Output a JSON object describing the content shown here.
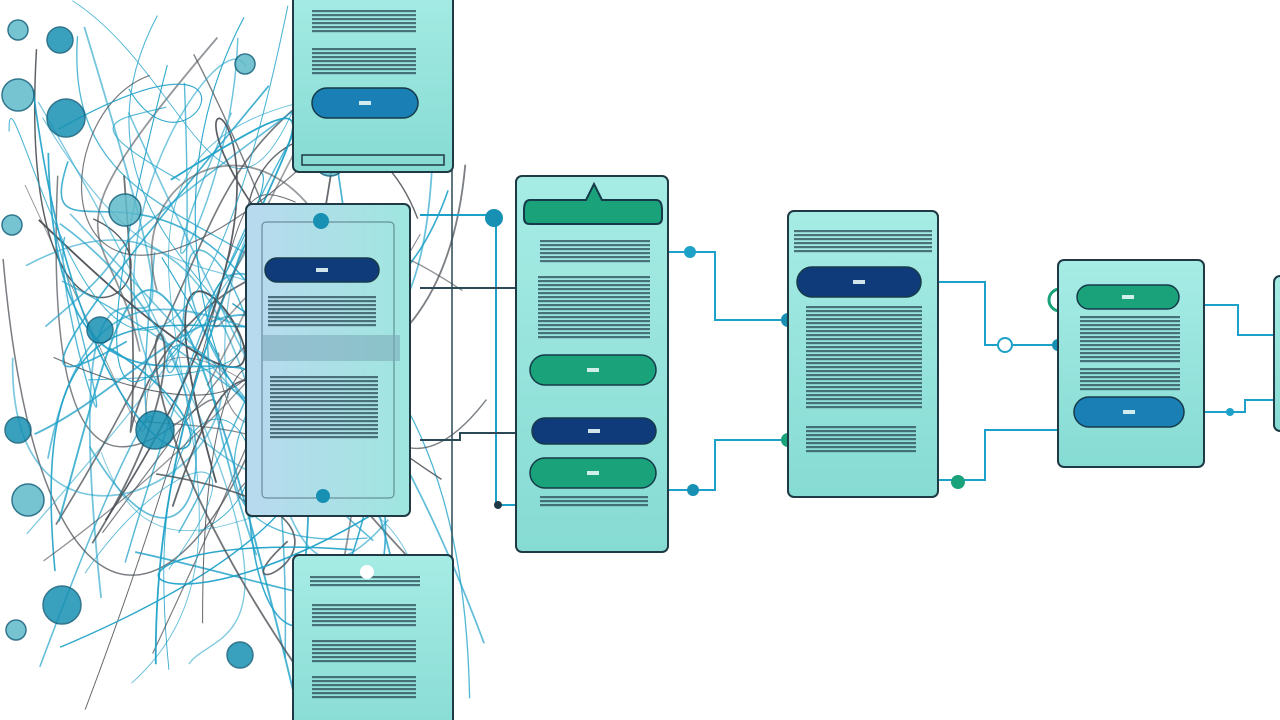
{
  "theme": {
    "background": "#ffffff",
    "card_fill": "#92e3dc",
    "card_fill_light": "#a9ebe4",
    "card_stroke": "#1f3a44",
    "stripe": "#2b4a56",
    "pill_navy": "#0f3b7a",
    "pill_green": "#1aa37a",
    "pill_blue": "#1a7fb5",
    "wire_cyan": "#1ea1c8",
    "wire_dark": "#4a4f55",
    "node_teal": "#1790b3"
  },
  "diagram": {
    "description_hidden": "",
    "cards": [
      {
        "id": "card-top-left",
        "kind": "stack",
        "pills": [
          "blue"
        ],
        "partial": "top"
      },
      {
        "id": "card-mid-left",
        "kind": "stack",
        "pills": [
          "navy"
        ]
      },
      {
        "id": "card-bottom-left",
        "kind": "stack",
        "pills": [],
        "partial": "bottom"
      },
      {
        "id": "card-center",
        "kind": "stack",
        "pills": [
          "green-tab",
          "green",
          "navy",
          "green"
        ]
      },
      {
        "id": "card-right-1",
        "kind": "stack",
        "pills": [
          "navy"
        ]
      },
      {
        "id": "card-right-2",
        "kind": "stack",
        "pills": [
          "green",
          "blue"
        ]
      },
      {
        "id": "card-edge-right",
        "kind": "stack",
        "pills": [],
        "partial": "right"
      }
    ],
    "connections": [
      {
        "from": "card-center",
        "to": "card-right-1"
      },
      {
        "from": "card-right-1",
        "to": "card-right-2"
      },
      {
        "from": "card-right-2",
        "to": "card-edge-right"
      },
      {
        "from": "card-mid-left",
        "to": "card-center"
      }
    ]
  }
}
